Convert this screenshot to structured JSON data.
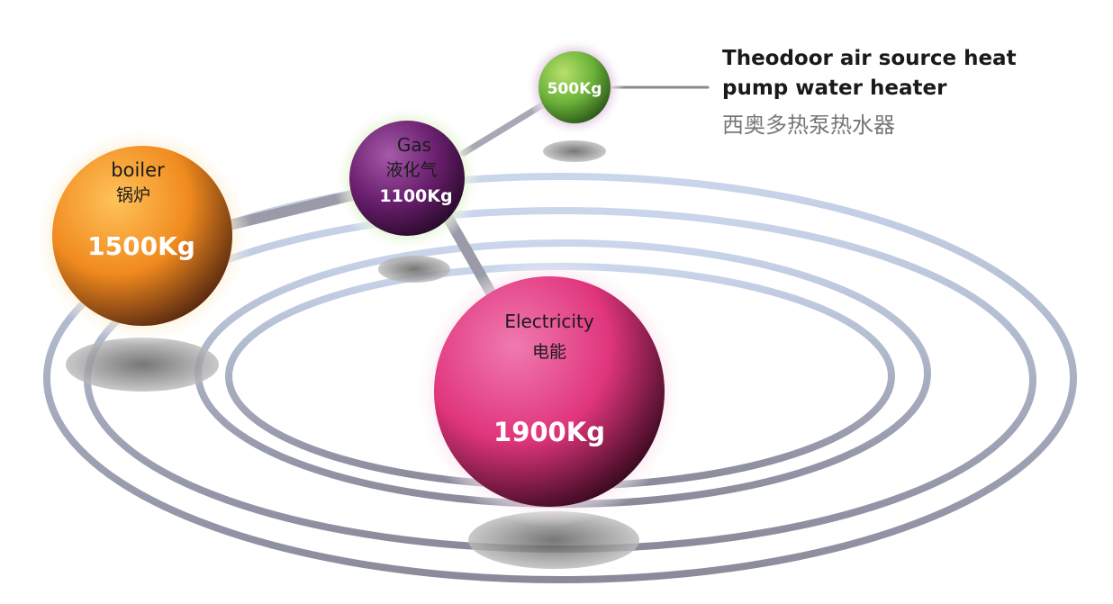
{
  "spheres": {
    "boiler": {
      "name": "boiler",
      "name_cn": "锅炉",
      "value": "1500Kg",
      "color": "#f08a1e"
    },
    "gas": {
      "name": "Gas",
      "name_cn": "液化气",
      "value": "1100Kg",
      "color": "#6a1f6e"
    },
    "heat_pump": {
      "value": "500Kg",
      "color": "#6cb33a"
    },
    "electricity": {
      "name": "Electricity",
      "name_cn": "电能",
      "value": "1900Kg",
      "color": "#e0357c"
    }
  },
  "callout": {
    "line1": "Theodoor air source heat",
    "line2": "pump  water heater",
    "line3": "西奥多热泵热水器"
  }
}
